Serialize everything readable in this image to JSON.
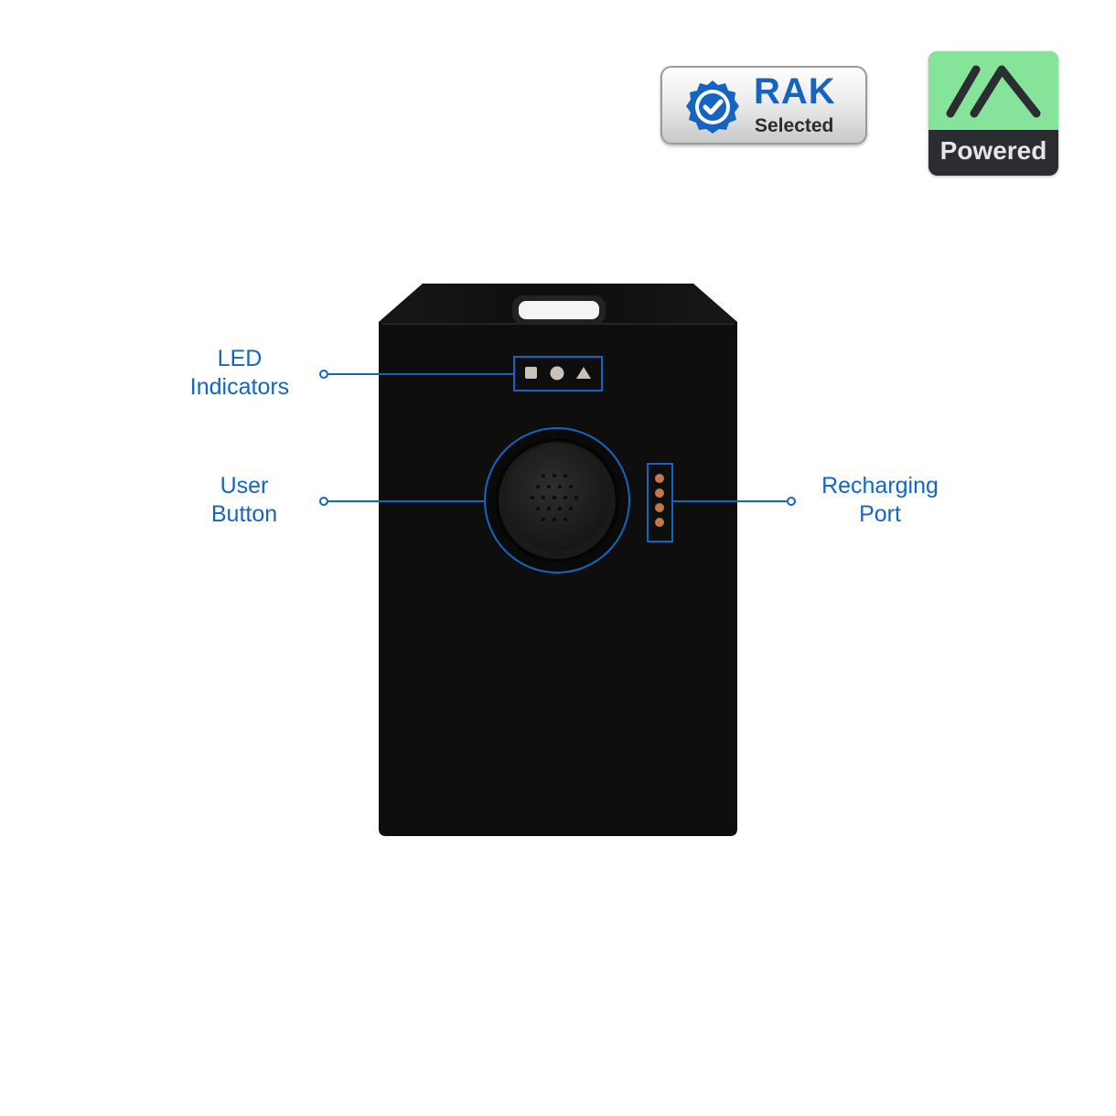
{
  "badges": {
    "rak": {
      "title": "RAK",
      "subtitle": "Selected"
    },
    "powered": {
      "label": "Powered"
    }
  },
  "callouts": {
    "led": {
      "line1": "LED",
      "line2": "Indicators"
    },
    "button": {
      "line1": "User",
      "line2": "Button"
    },
    "port": {
      "line1": "Recharging",
      "line2": "Port"
    }
  },
  "led_symbols": [
    "square",
    "circle",
    "triangle"
  ],
  "colors": {
    "accent": "#1565c0",
    "device_body": "#0e0e0e",
    "powered_green": "#86e39a",
    "pin_copper": "#c07a4a"
  },
  "icons": [
    "verified-check-icon",
    "powered-logo-icon"
  ]
}
